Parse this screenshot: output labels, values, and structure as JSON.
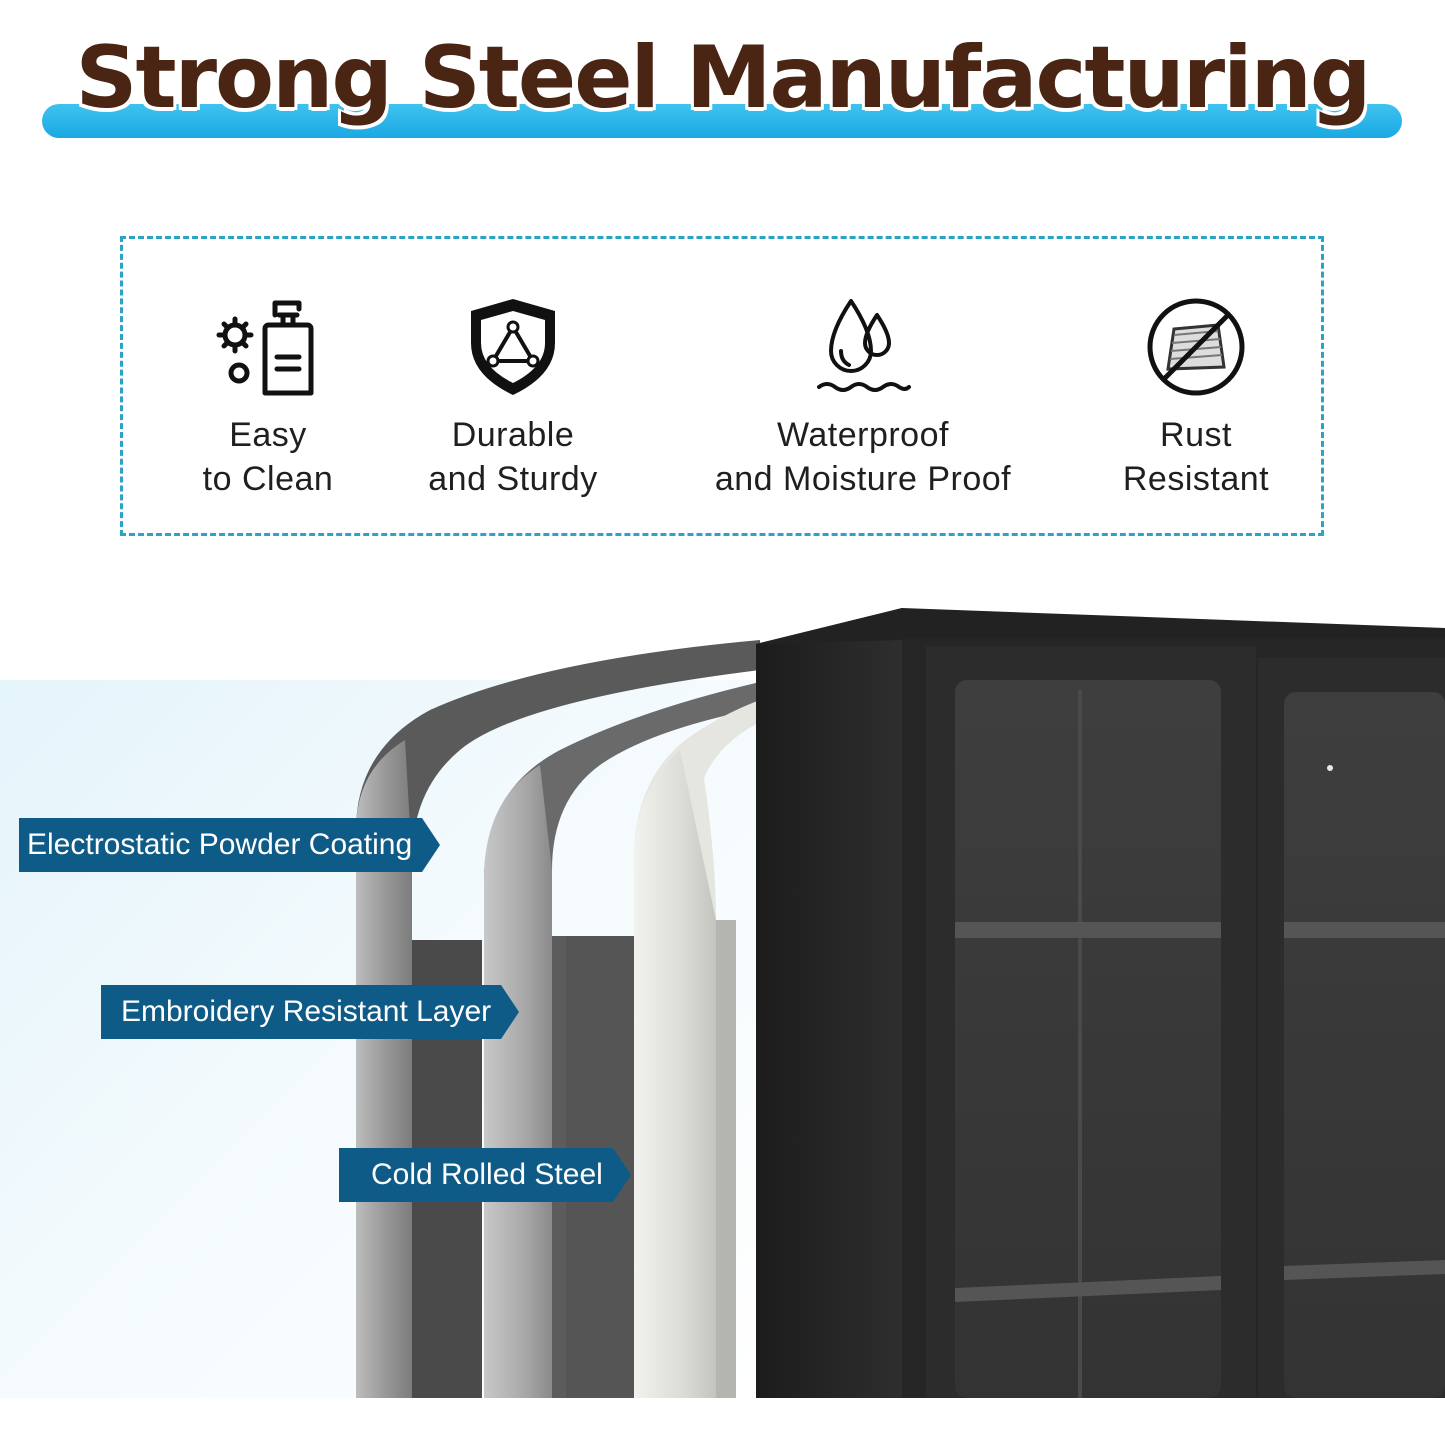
{
  "title": "Strong Steel Manufacturing",
  "colors": {
    "title_text": "#4a2514",
    "title_stripe": "#1aa8e2",
    "dashed_border": "#2aa3c4",
    "callout_bg": "#0f5b87",
    "cabinet": "#2b2b2b"
  },
  "features": [
    {
      "icon": "soap-bottle-icon",
      "line1": "Easy",
      "line2": "to Clean"
    },
    {
      "icon": "shield-icon",
      "line1": "Durable",
      "line2": "and Sturdy"
    },
    {
      "icon": "water-drops-icon",
      "line1": "Waterproof",
      "line2": "and Moisture Proof"
    },
    {
      "icon": "no-rust-icon",
      "line1": "Rust",
      "line2": "Resistant"
    }
  ],
  "layers": [
    {
      "label": "Electrostatic Powder Coating"
    },
    {
      "label": "Embroidery Resistant Layer"
    },
    {
      "label": "Cold Rolled Steel"
    }
  ]
}
